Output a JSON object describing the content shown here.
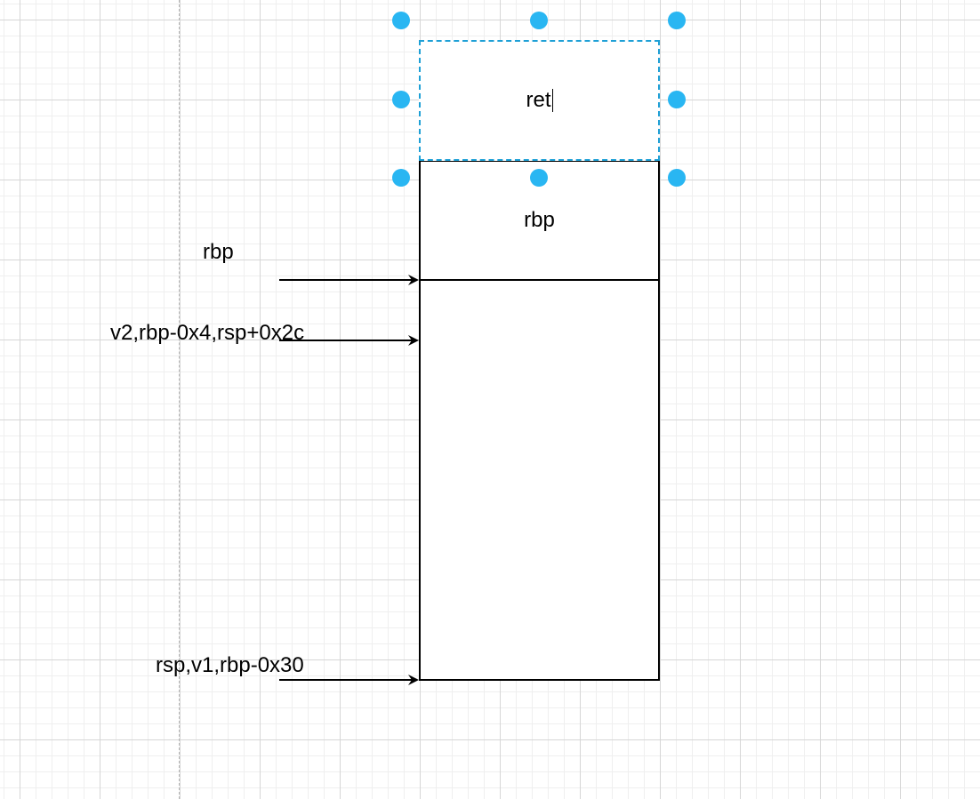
{
  "diagram": {
    "cells": {
      "ret": "ret",
      "saved_rbp": "rbp",
      "locals": ""
    },
    "pointers": {
      "rbp": "rbp",
      "v2": "v2,rbp-0x4,rsp+0x2c",
      "rsp": "rsp,v1,rbp-0x30"
    }
  },
  "colors": {
    "selection": "#29b6f2",
    "stroke": "#000000",
    "grid": "#d6d6d6"
  }
}
